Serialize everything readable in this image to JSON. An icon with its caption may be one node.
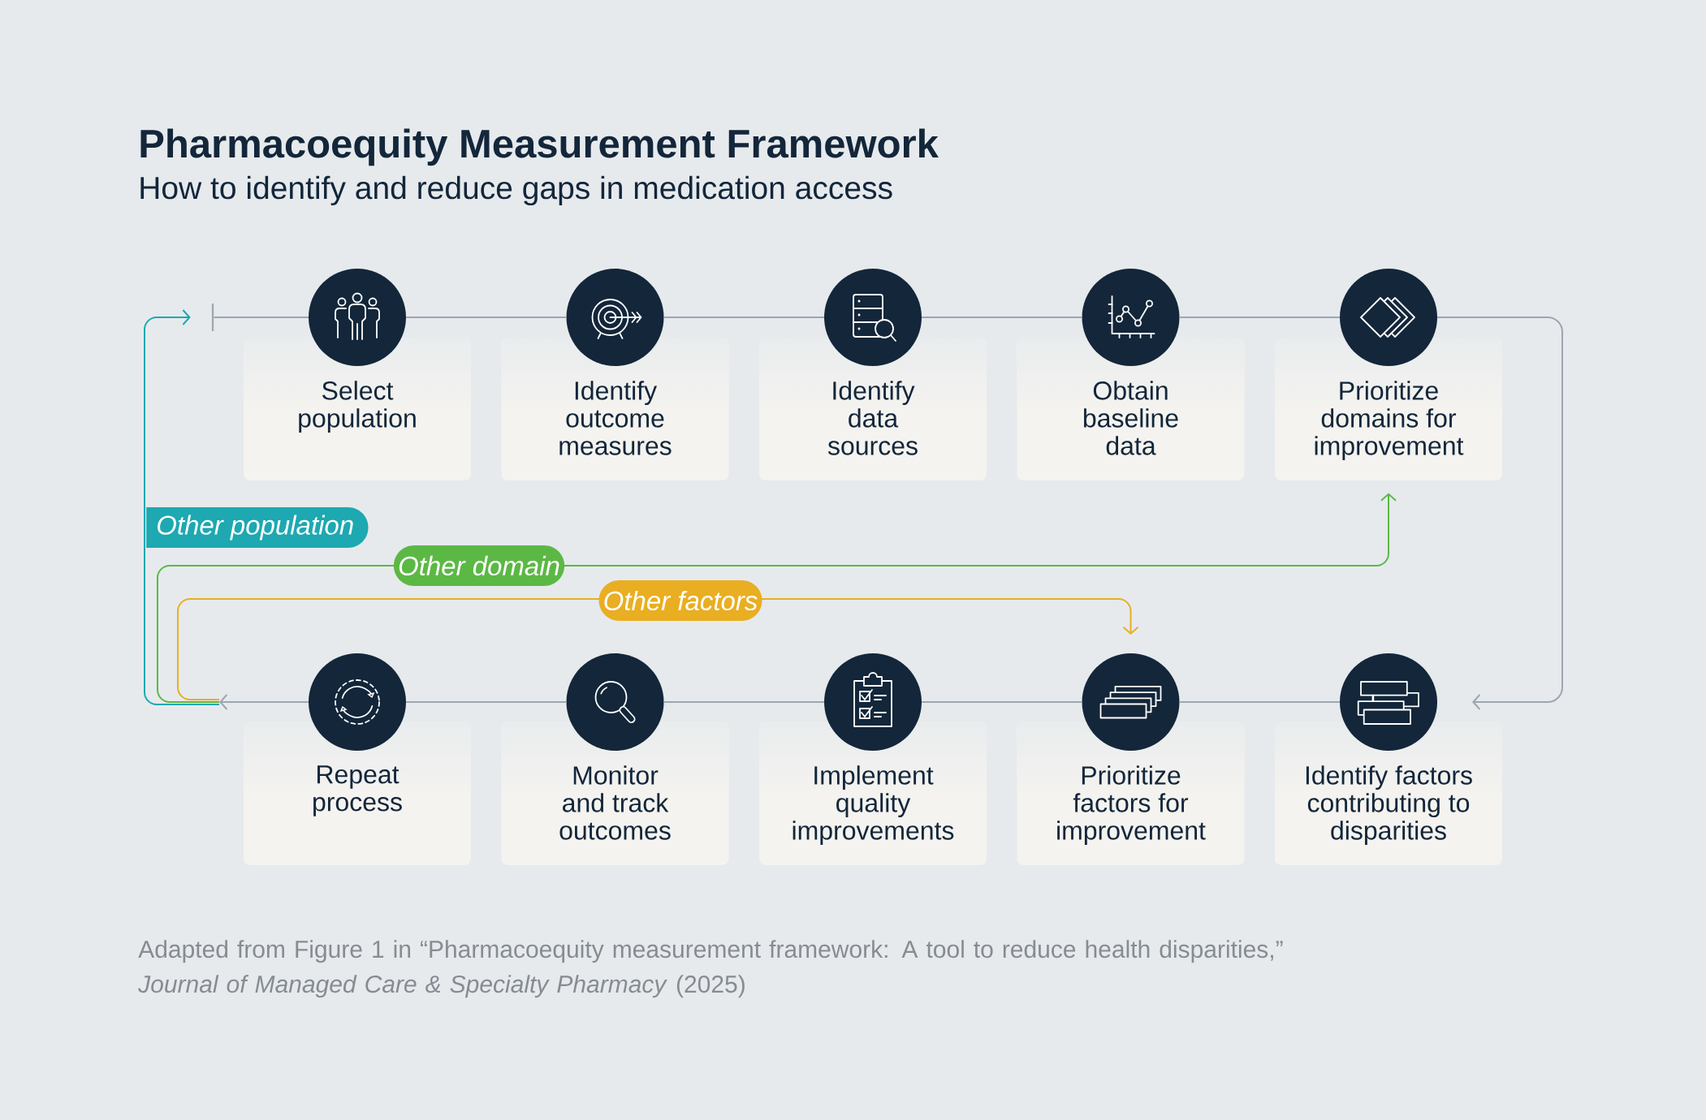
{
  "diagram": {
    "title": "Pharmacoequity Measurement Framework",
    "nodes": [
      {
        "text": [],
        "shape": "bar"
      },
      {
        "text": [
          "Select population"
        ]
      },
      {
        "text": [
          "Identify outcome measures"
        ]
      },
      {
        "text": [
          "Identify data sources"
        ]
      },
      {
        "text": [
          "Obtain baseline data"
        ]
      },
      {
        "text": [
          "Prioritize domains for improvement"
        ]
      },
      {
        "text": [
          "Repeat process"
        ]
      },
      {
        "text": [
          "Monitor and track outcomes"
        ]
      },
      {
        "text": [
          "Implement quality improvements"
        ]
      },
      {
        "text": [
          "Prioritize factors for improvement"
        ]
      },
      {
        "text": [
          "Identify factors contributing to disparities"
        ]
      }
    ],
    "edges": [
      {
        "from": 0,
        "to": 1,
        "arrow": "none"
      },
      {
        "from": 1,
        "to": 2,
        "arrow": "none"
      },
      {
        "from": 2,
        "to": 3,
        "arrow": "none"
      },
      {
        "from": 3,
        "to": 4,
        "arrow": "none"
      },
      {
        "from": 4,
        "to": 5,
        "arrow": "none"
      },
      {
        "from": 5,
        "to": 10,
        "arrow": "to"
      },
      {
        "from": 10,
        "to": 9,
        "arrow": "none"
      },
      {
        "from": 9,
        "to": 8,
        "arrow": "none"
      },
      {
        "from": 8,
        "to": 7,
        "arrow": "none"
      },
      {
        "from": 7,
        "to": 6,
        "arrow": "none"
      },
      {
        "from": 6,
        "to": 0,
        "arrow": "to",
        "label": "Other population",
        "color": "#1ea8b1"
      },
      {
        "from": 6,
        "to": 5,
        "arrow": "to",
        "label": "Other domain",
        "color": "#5cb845"
      },
      {
        "from": 6,
        "to": 9,
        "arrow": "to",
        "label": "Other factors",
        "color": "#e9ae22"
      }
    ],
    "labels": [
      "How to identify and reduce gaps in medication access"
    ],
    "caption": "Adapted from Figure 1 in “Pharmacoequity measurement framework: A tool to reduce health disparities,” *Journal of Managed Care & Specialty Pharmacy* (2025)"
  }
}
